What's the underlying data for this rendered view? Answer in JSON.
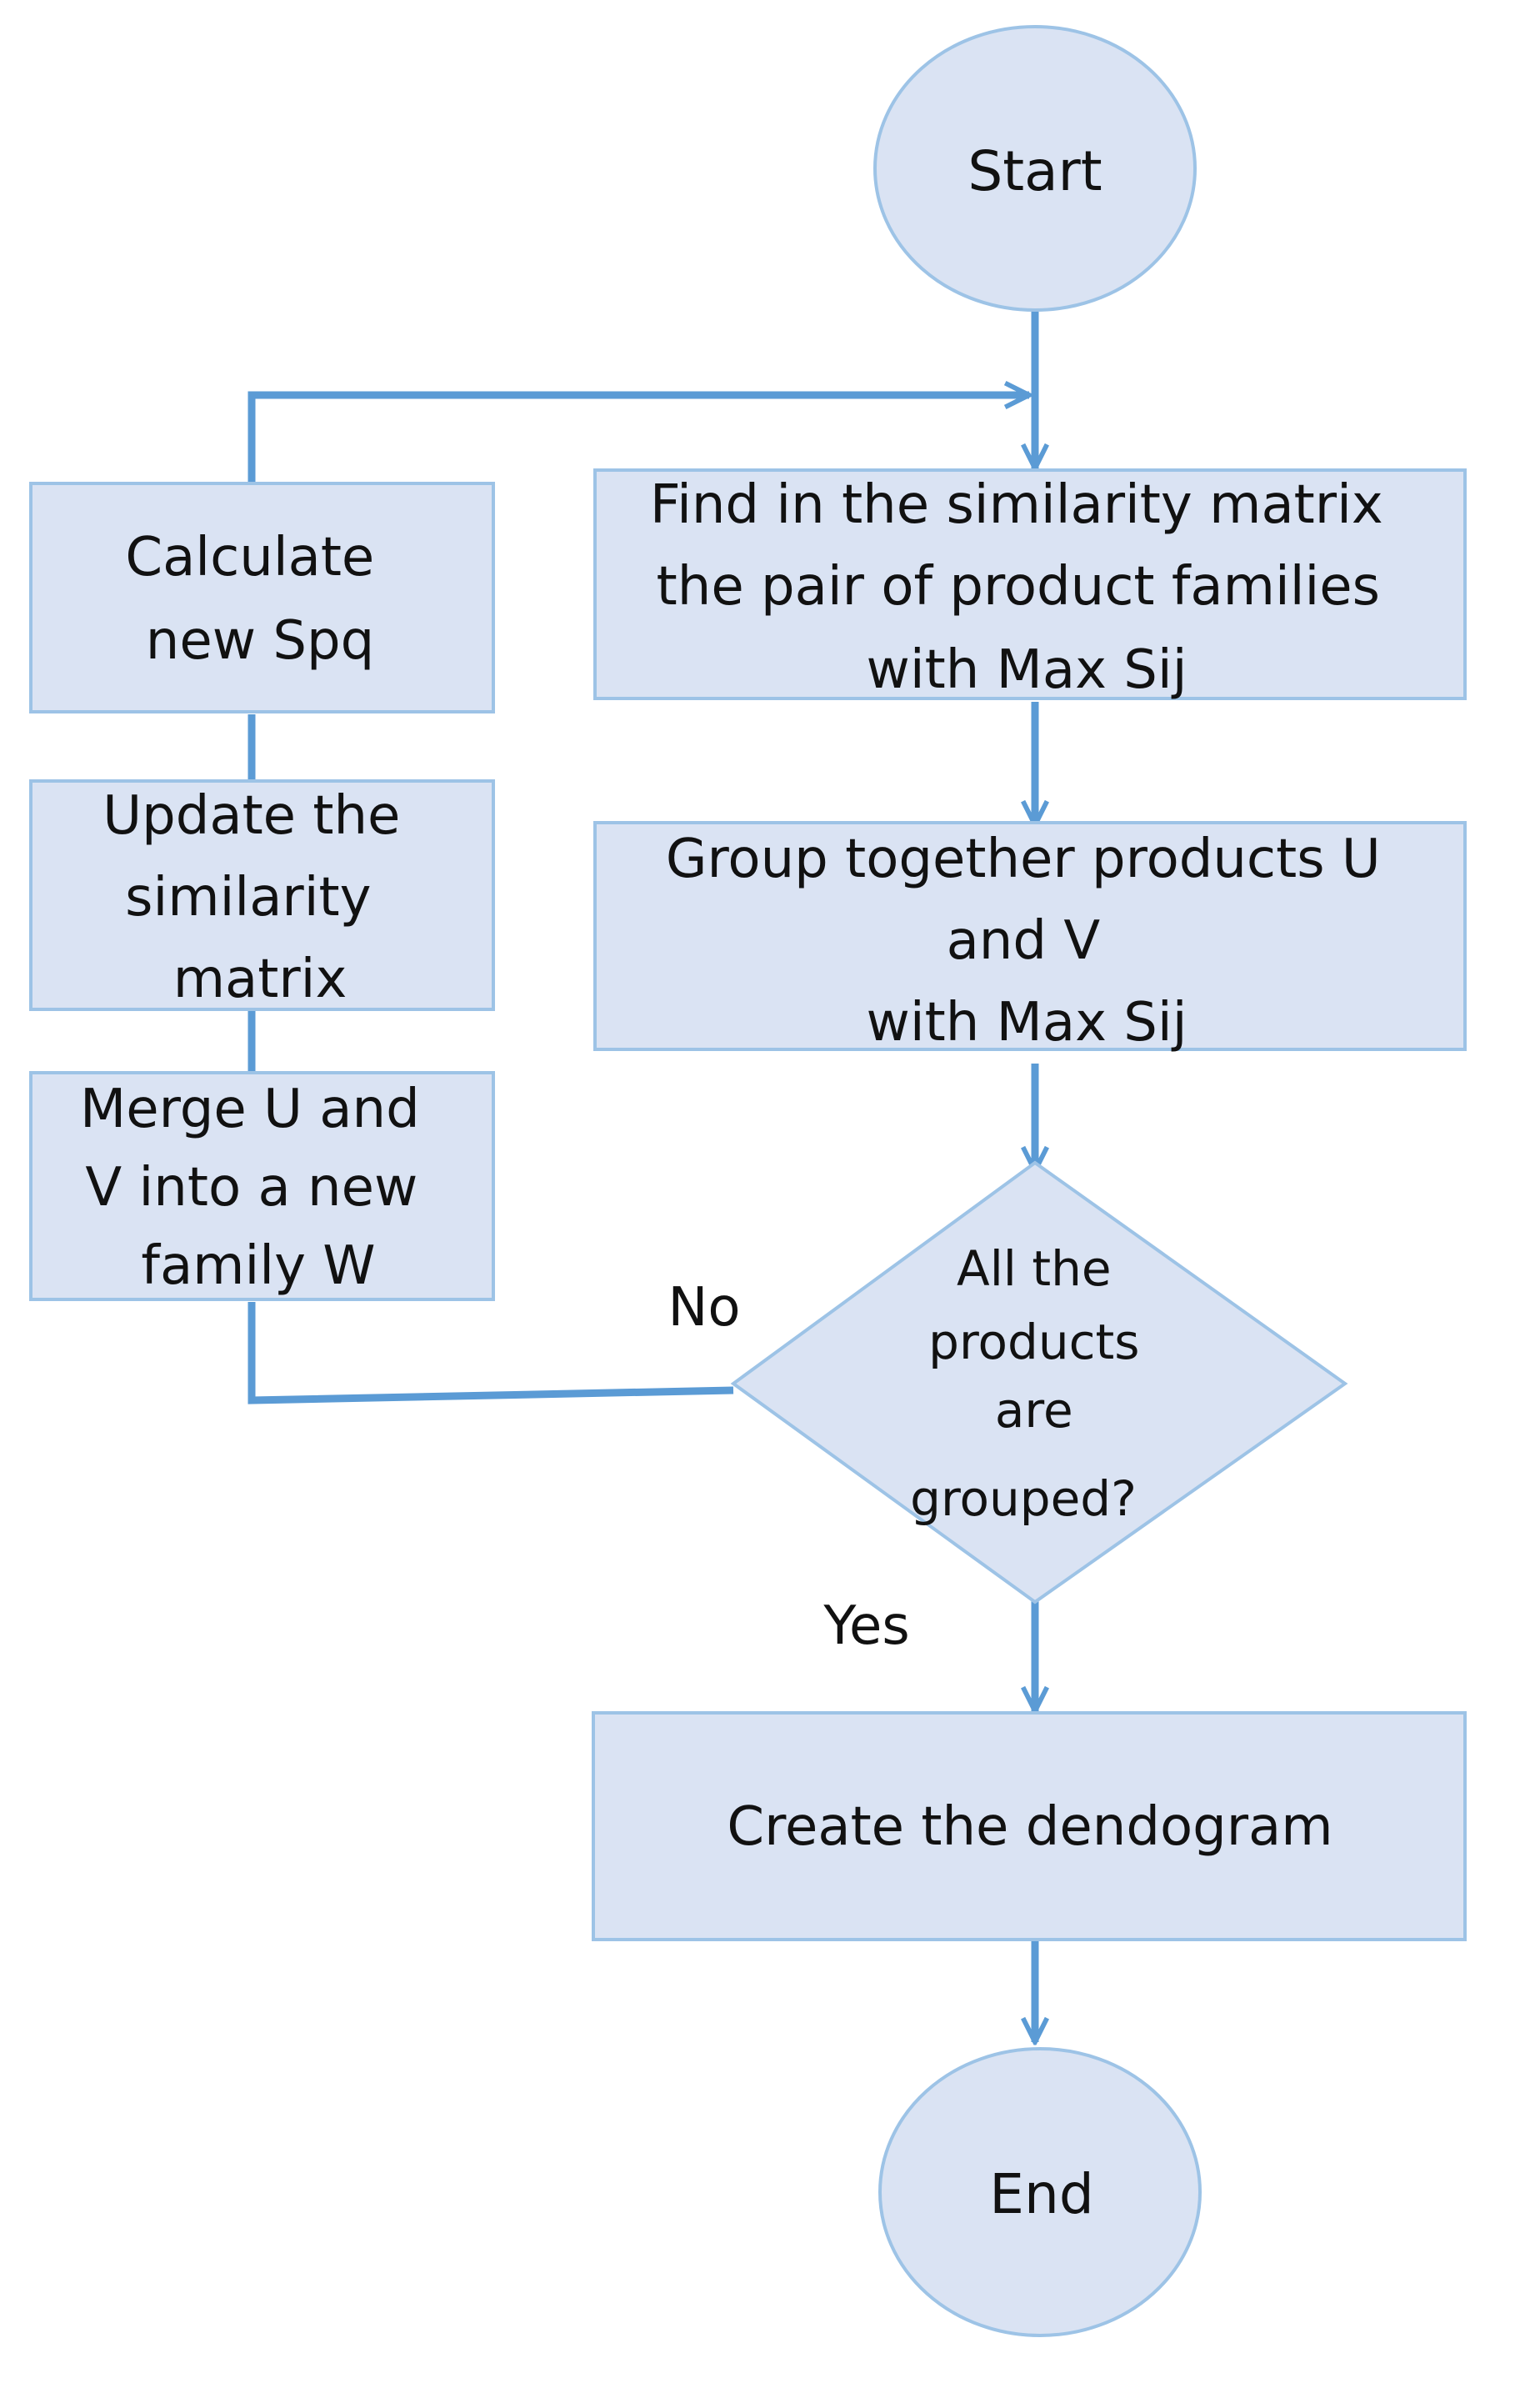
{
  "nodes": {
    "start": [
      "Start"
    ],
    "find": [
      "Find in the similarity matrix",
      "the pair of product families",
      "with Max Sij"
    ],
    "group": [
      "Group together products U",
      "and V",
      "with Max Sij"
    ],
    "decision": [
      "All the",
      "products",
      "are",
      "grouped?"
    ],
    "create": [
      "Create the dendogram"
    ],
    "end": [
      "End"
    ],
    "calc": [
      "Calculate",
      "new Spq"
    ],
    "update": [
      "Update the",
      "similarity",
      "matrix"
    ],
    "merge": [
      "Merge U and",
      "V into a new",
      "family W"
    ]
  },
  "edge_labels": {
    "no": "No",
    "yes": "Yes"
  },
  "colors": {
    "fill": "#dae3f3",
    "border": "#9dc3e6",
    "arrow": "#5b9bd5",
    "text": "#111111"
  }
}
